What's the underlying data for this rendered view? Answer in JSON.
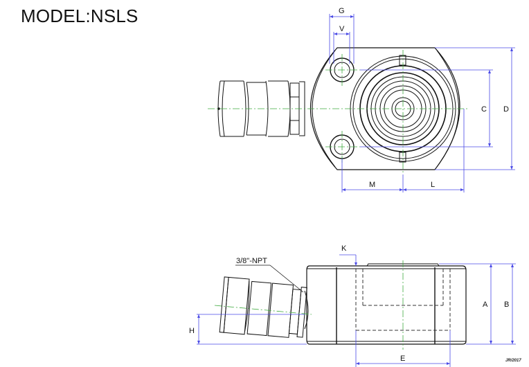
{
  "title": "MODEL:NSLS",
  "top_view": {
    "dimensions": {
      "G": "G",
      "V": "V",
      "C": "C",
      "D": "D",
      "M": "M",
      "L": "L"
    }
  },
  "side_view": {
    "dimensions": {
      "K": "K",
      "A": "A",
      "B": "B",
      "E": "E",
      "H": "H"
    },
    "port_label": "3/8\"-NPT"
  },
  "signature": "JR/2017",
  "colors": {
    "outline": "#111111",
    "dimension": "#4a4ae6",
    "centerline": "#3faa3f"
  }
}
